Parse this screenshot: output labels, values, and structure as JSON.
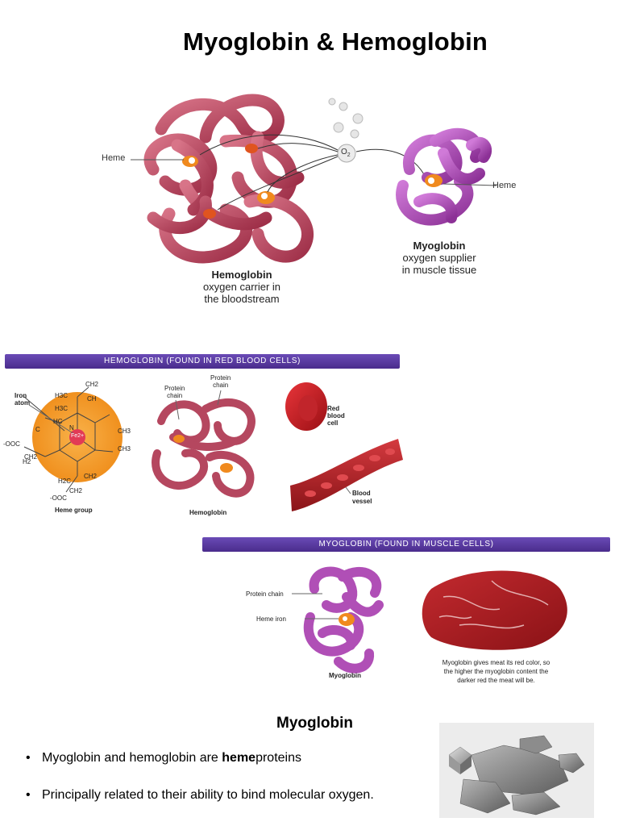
{
  "page": {
    "title": "Myoglobin & Hemoglobin"
  },
  "top_figure": {
    "heme_left": "Heme",
    "o2": "O",
    "o2_sub": "2",
    "heme_right": "Heme",
    "hemoglobin_name": "Hemoglobin",
    "hemoglobin_desc_1": "oxygen carrier in",
    "hemoglobin_desc_2": "the bloodstream",
    "myoglobin_name": "Myoglobin",
    "myoglobin_desc_1": "oxygen supplier",
    "myoglobin_desc_2": "in muscle tissue"
  },
  "hemo_panel": {
    "banner": "HEMOGLOBIN (FOUND IN RED BLOOD CELLS)",
    "iron_atom_1": "Iron",
    "iron_atom_2": "atom",
    "fe": "Fe2+",
    "heme_group": "Heme group",
    "protein_chain_a_1": "Protein",
    "protein_chain_a_2": "chain",
    "protein_chain_b_1": "Protein",
    "protein_chain_b_2": "chain",
    "hemoglobin_label": "Hemoglobin",
    "rbc_1": "Red",
    "rbc_2": "blood",
    "rbc_3": "cell",
    "vessel_1": "Blood",
    "vessel_2": "vessel",
    "chem_labels": [
      "CH2",
      "H3C",
      "HC",
      "CH",
      "C",
      "N",
      "CH3",
      "CH2",
      "CH2",
      "-OOC",
      "H2",
      "H2C",
      "CH2",
      "-OOC",
      "CH3",
      "H3C"
    ]
  },
  "myo_panel": {
    "banner": "MYOGLOBIN (FOUND IN MUSCLE CELLS)",
    "protein_chain": "Protein chain",
    "heme_iron": "Heme iron",
    "myoglobin_label": "Myoglobin",
    "meat_caption_1": "Myoglobin gives meat its red color, so",
    "meat_caption_2": "the higher the myoglobin content the",
    "meat_caption_3": "darker red the meat will be."
  },
  "section": {
    "heading": "Myoglobin",
    "bullet_char": "•",
    "bullet1_pre": "Myoglobin and hemoglobin are ",
    "bullet1_bold": "heme",
    "bullet1_post": "proteins",
    "bullet2": "Principally related to their ability to bind molecular oxygen."
  },
  "colors": {
    "hemoglobin": "#b5475f",
    "myoglobin": "#b04fb6",
    "heme": "#f08a1e",
    "banner": "#5a3aa6"
  }
}
